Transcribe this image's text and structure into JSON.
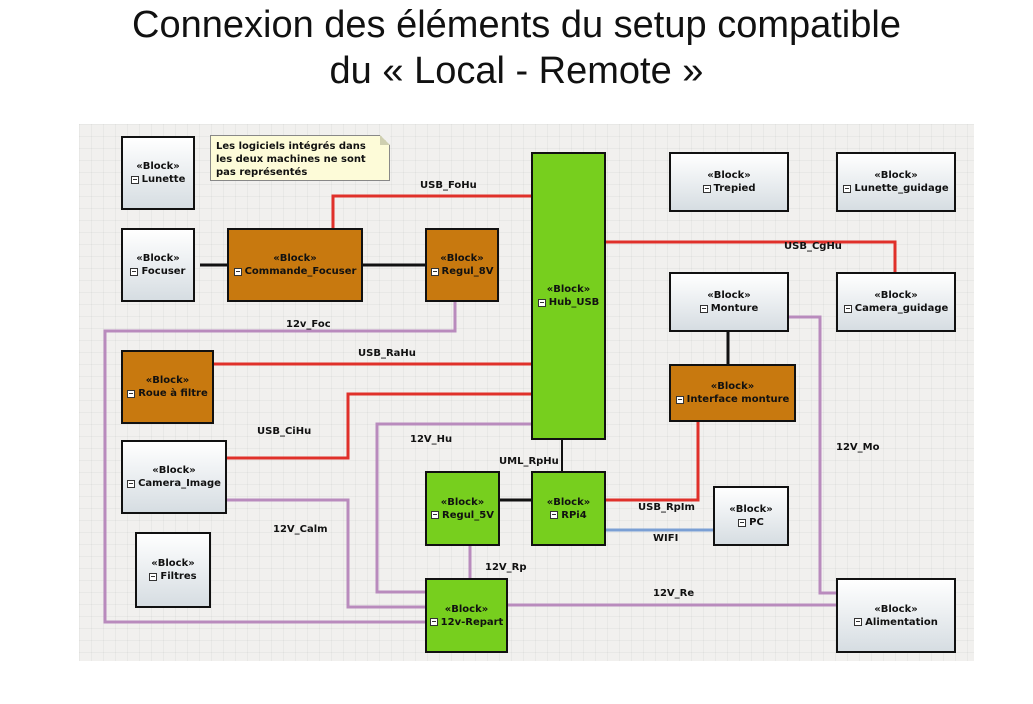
{
  "title": {
    "line1": "Connexion des éléments du setup compatible",
    "line2": "du « Local - Remote »"
  },
  "note": "Les logiciels intégrés dans les deux machines ne sont pas représentés",
  "colors": {
    "usb_wire": "#e0302a",
    "power_wire": "#b98bbd",
    "wifi_wire": "#7a9fd4",
    "black_wire": "#111111",
    "hardware_block": "#c8790f",
    "computer_block": "#77cf1e",
    "passive_block": "#d6dde2"
  },
  "stereotype": "«Block»",
  "blocks": {
    "lunette": "Lunette",
    "focuser": "Focuser",
    "commande_focuser": "Commande_Focuser",
    "regul_8v": "Regul_8V",
    "hub_usb": "Hub_USB",
    "trepied": "Trepied",
    "lunette_guidage": "Lunette_guidage",
    "monture": "Monture",
    "camera_guidage": "Camera_guidage",
    "roue_filtre": "Roue à filtre",
    "interface_monture": "Interface monture",
    "camera_image": "Camera_Image",
    "regul_5v": "Regul_5V",
    "rpi4": "RPi4",
    "pc": "PC",
    "filtres": "Filtres",
    "repart": "12v-Repart",
    "alimentation": "Alimentation"
  },
  "connections": {
    "usb_fohu": "USB_FoHu",
    "usb_cghu": "USB_CgHu",
    "v12_foc": "12v_Foc",
    "usb_rahu": "USB_RaHu",
    "usb_cihu": "USB_CiHu",
    "v12_hu": "12V_Hu",
    "uml_rphu": "UML_RpHu",
    "v12_mo": "12V_Mo",
    "usb_rpim": "USB_RpIm",
    "wifi": "WIFI",
    "v12_calm": "12V_Calm",
    "v12_rp": "12V_Rp",
    "v12_re": "12V_Re"
  }
}
